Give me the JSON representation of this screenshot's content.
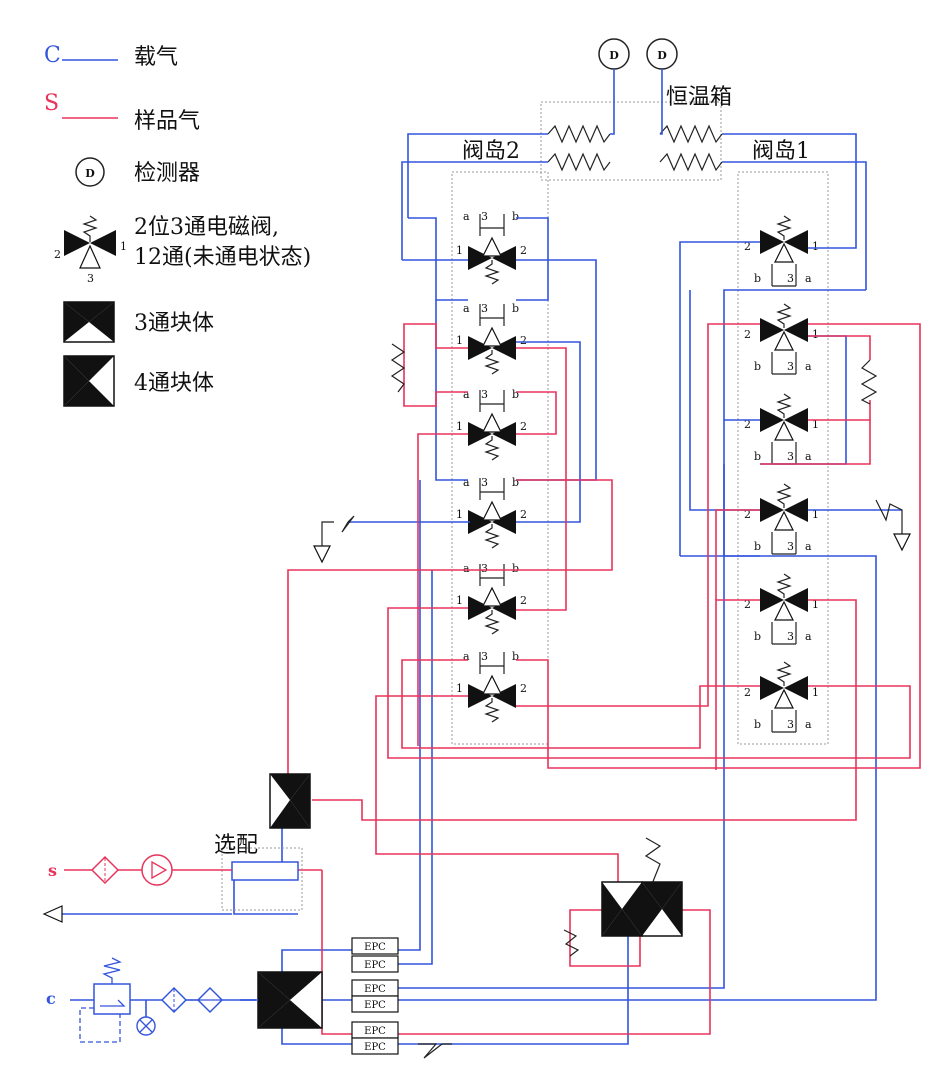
{
  "legend": {
    "carrier_letter": "C",
    "carrier_label": "载气",
    "sample_letter": "S",
    "sample_label": "样品气",
    "detector_symbol": "D",
    "detector_label": "检测器",
    "valve_label_line1": "2位3通电磁阀,",
    "valve_label_line2": "12通(未通电状态)",
    "three_way_label": "3通块体",
    "four_way_label": "4通块体",
    "valve_ports": {
      "p1": "1",
      "p2": "2",
      "p3": "3"
    }
  },
  "labels": {
    "oven": "恒温箱",
    "island2": "阀岛2",
    "island1": "阀岛1",
    "optional": "选配",
    "inlet_s": "s",
    "inlet_c": "c",
    "detector_symbol": "D"
  },
  "valve_ports": {
    "a": "a",
    "b": "b",
    "p1": "1",
    "p2": "2",
    "p3": "3"
  },
  "epc_label": "EPC",
  "colors": {
    "carrier": "#3355dd",
    "sample": "#e8335a",
    "line": "#222222"
  }
}
